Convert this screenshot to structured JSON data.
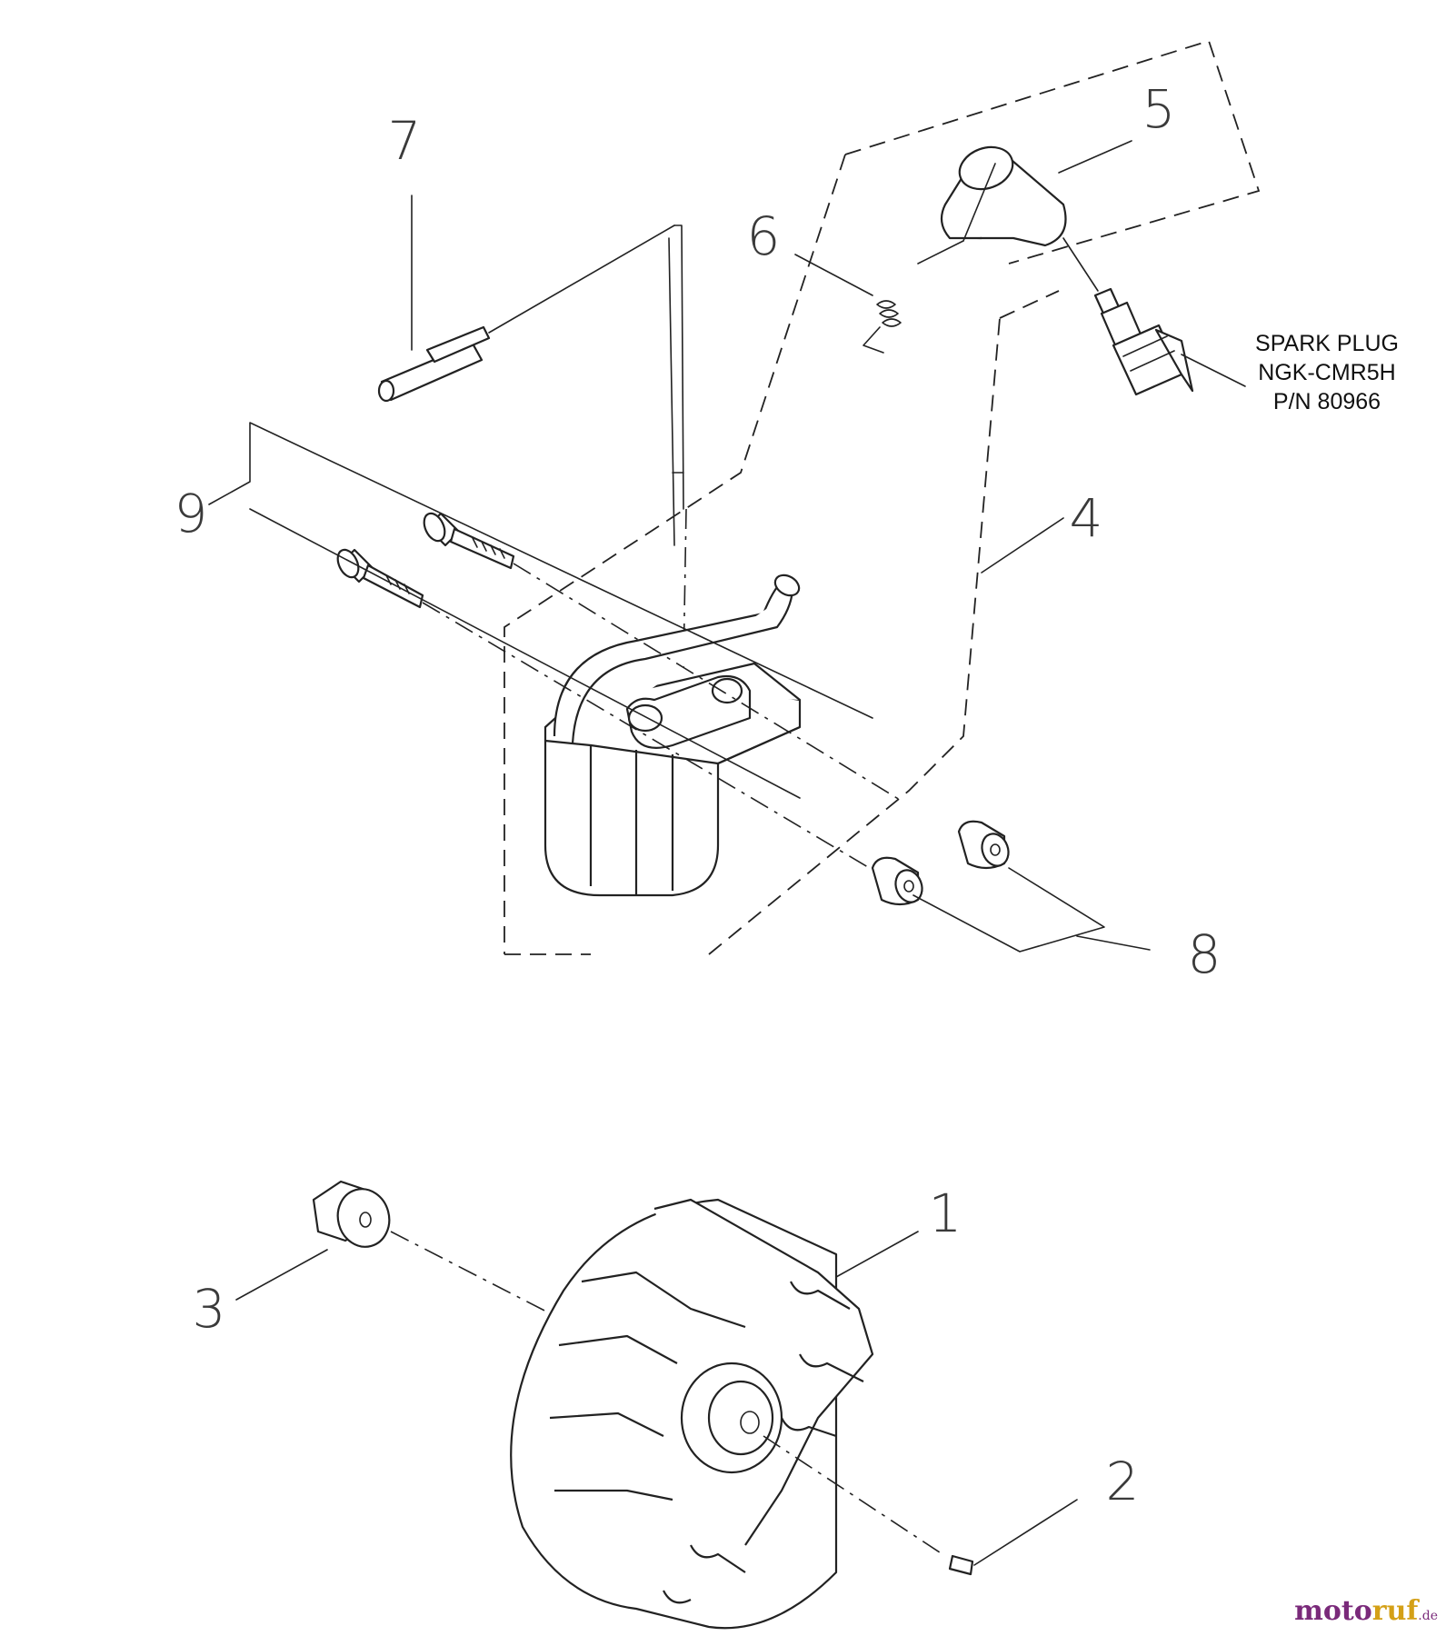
{
  "callouts": {
    "n1": "1",
    "n2": "2",
    "n3": "3",
    "n4": "4",
    "n5": "5",
    "n6": "6",
    "n7": "7",
    "n8": "8",
    "n9": "9"
  },
  "note": {
    "line1": "SPARK PLUG",
    "line2": "NGK-CMR5H",
    "line3": "P/N 80966"
  },
  "watermark": {
    "part1": "moto",
    "part2": "ruf",
    "part3": ".de"
  }
}
